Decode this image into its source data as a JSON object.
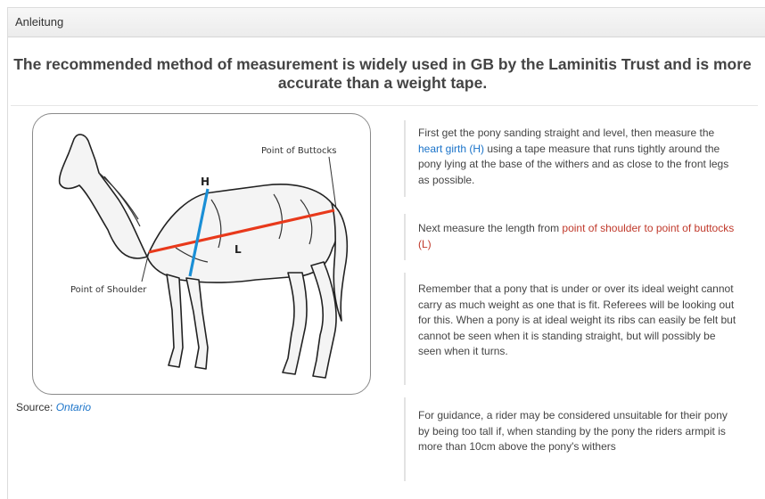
{
  "panel": {
    "title": "Anleitung"
  },
  "headline": "The recommended method of measurement is widely used in GB by the Laminitis Trust and is more accurate than a weight tape.",
  "figure": {
    "label_buttocks": "Point of Buttocks",
    "label_shoulder": "Point of Shoulder",
    "label_h": "H",
    "label_l": "L",
    "colors": {
      "girth_line": "#1a8fd6",
      "length_line": "#e8391b"
    }
  },
  "source": {
    "prefix": "Source: ",
    "link_text": "Ontario"
  },
  "instructions": [
    {
      "pre": "First get the pony sanding straight and level, then measure the ",
      "highlight": "heart girth (H)",
      "post": " using a tape measure that runs tightly around the pony lying at the base of the withers and as close to the front legs as possible."
    },
    {
      "pre": "Next measure the length from ",
      "highlight": "point of shoulder to point of buttocks (L)",
      "post": ""
    },
    {
      "text": "Remember that a pony that is under or over its ideal weight cannot carry as much weight as one that is fit. Referees will be looking out for this. When a pony is at ideal weight its ribs can easily be felt but cannot be seen when it is standing straight, but will possibly be seen when it turns."
    },
    {
      "text": "For guidance, a rider may be considered unsuitable for their pony by being too tall if, when standing by the pony the riders armpit is more than 10cm above the pony's withers"
    }
  ]
}
